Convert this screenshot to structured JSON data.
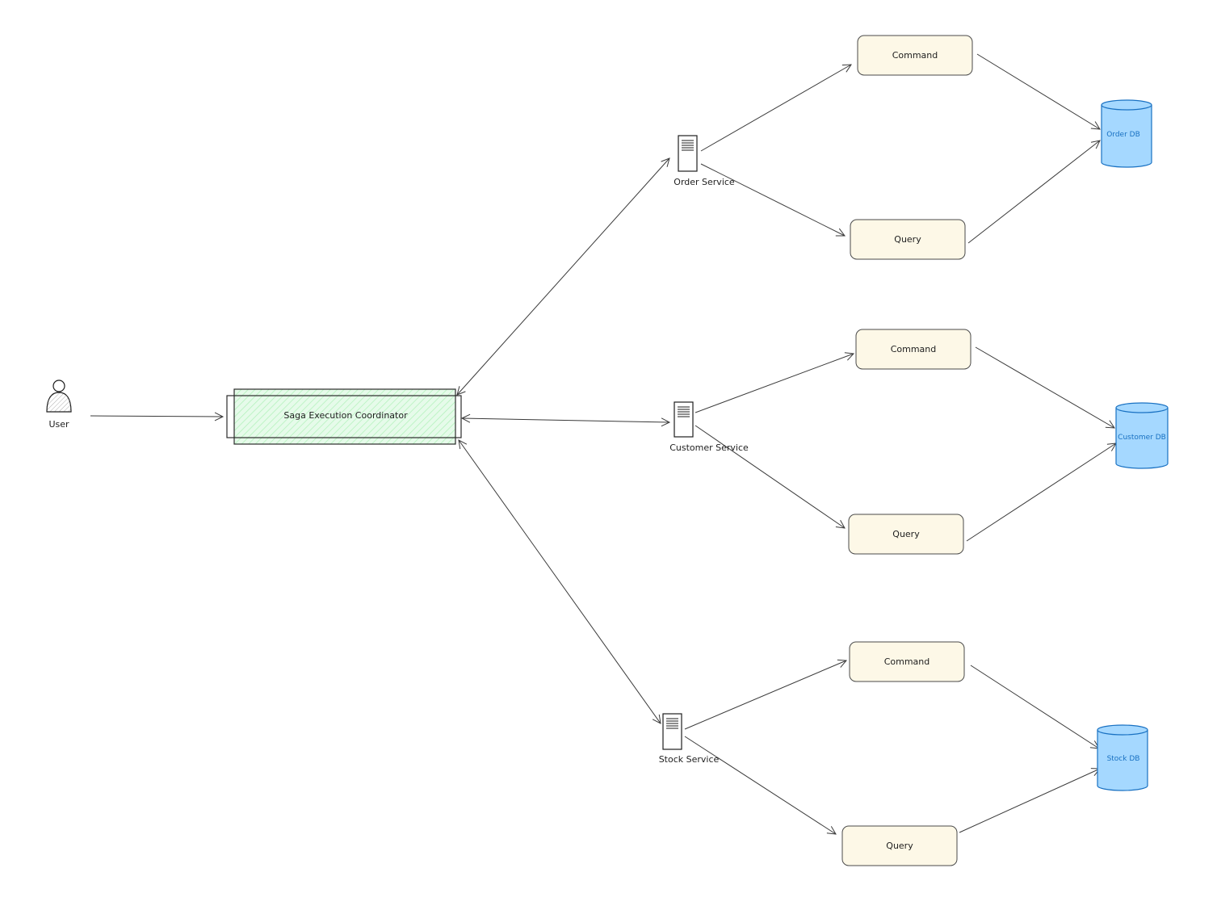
{
  "user": {
    "label": "User"
  },
  "coordinator": {
    "label": "Saga Execution Coordinator"
  },
  "services": [
    {
      "label": "Order Service",
      "command_label": "Command",
      "query_label": "Query",
      "db_label": "Order DB"
    },
    {
      "label": "Customer Service",
      "command_label": "Command",
      "query_label": "Query",
      "db_label": "Customer DB"
    },
    {
      "label": "Stock Service",
      "command_label": "Command",
      "query_label": "Query",
      "db_label": "Stock DB"
    }
  ],
  "colors": {
    "coordinator_fill": "#d3f9d8",
    "box_fill": "#fdf8e7",
    "db_fill": "#a5d8ff",
    "db_stroke": "#1971c2"
  }
}
